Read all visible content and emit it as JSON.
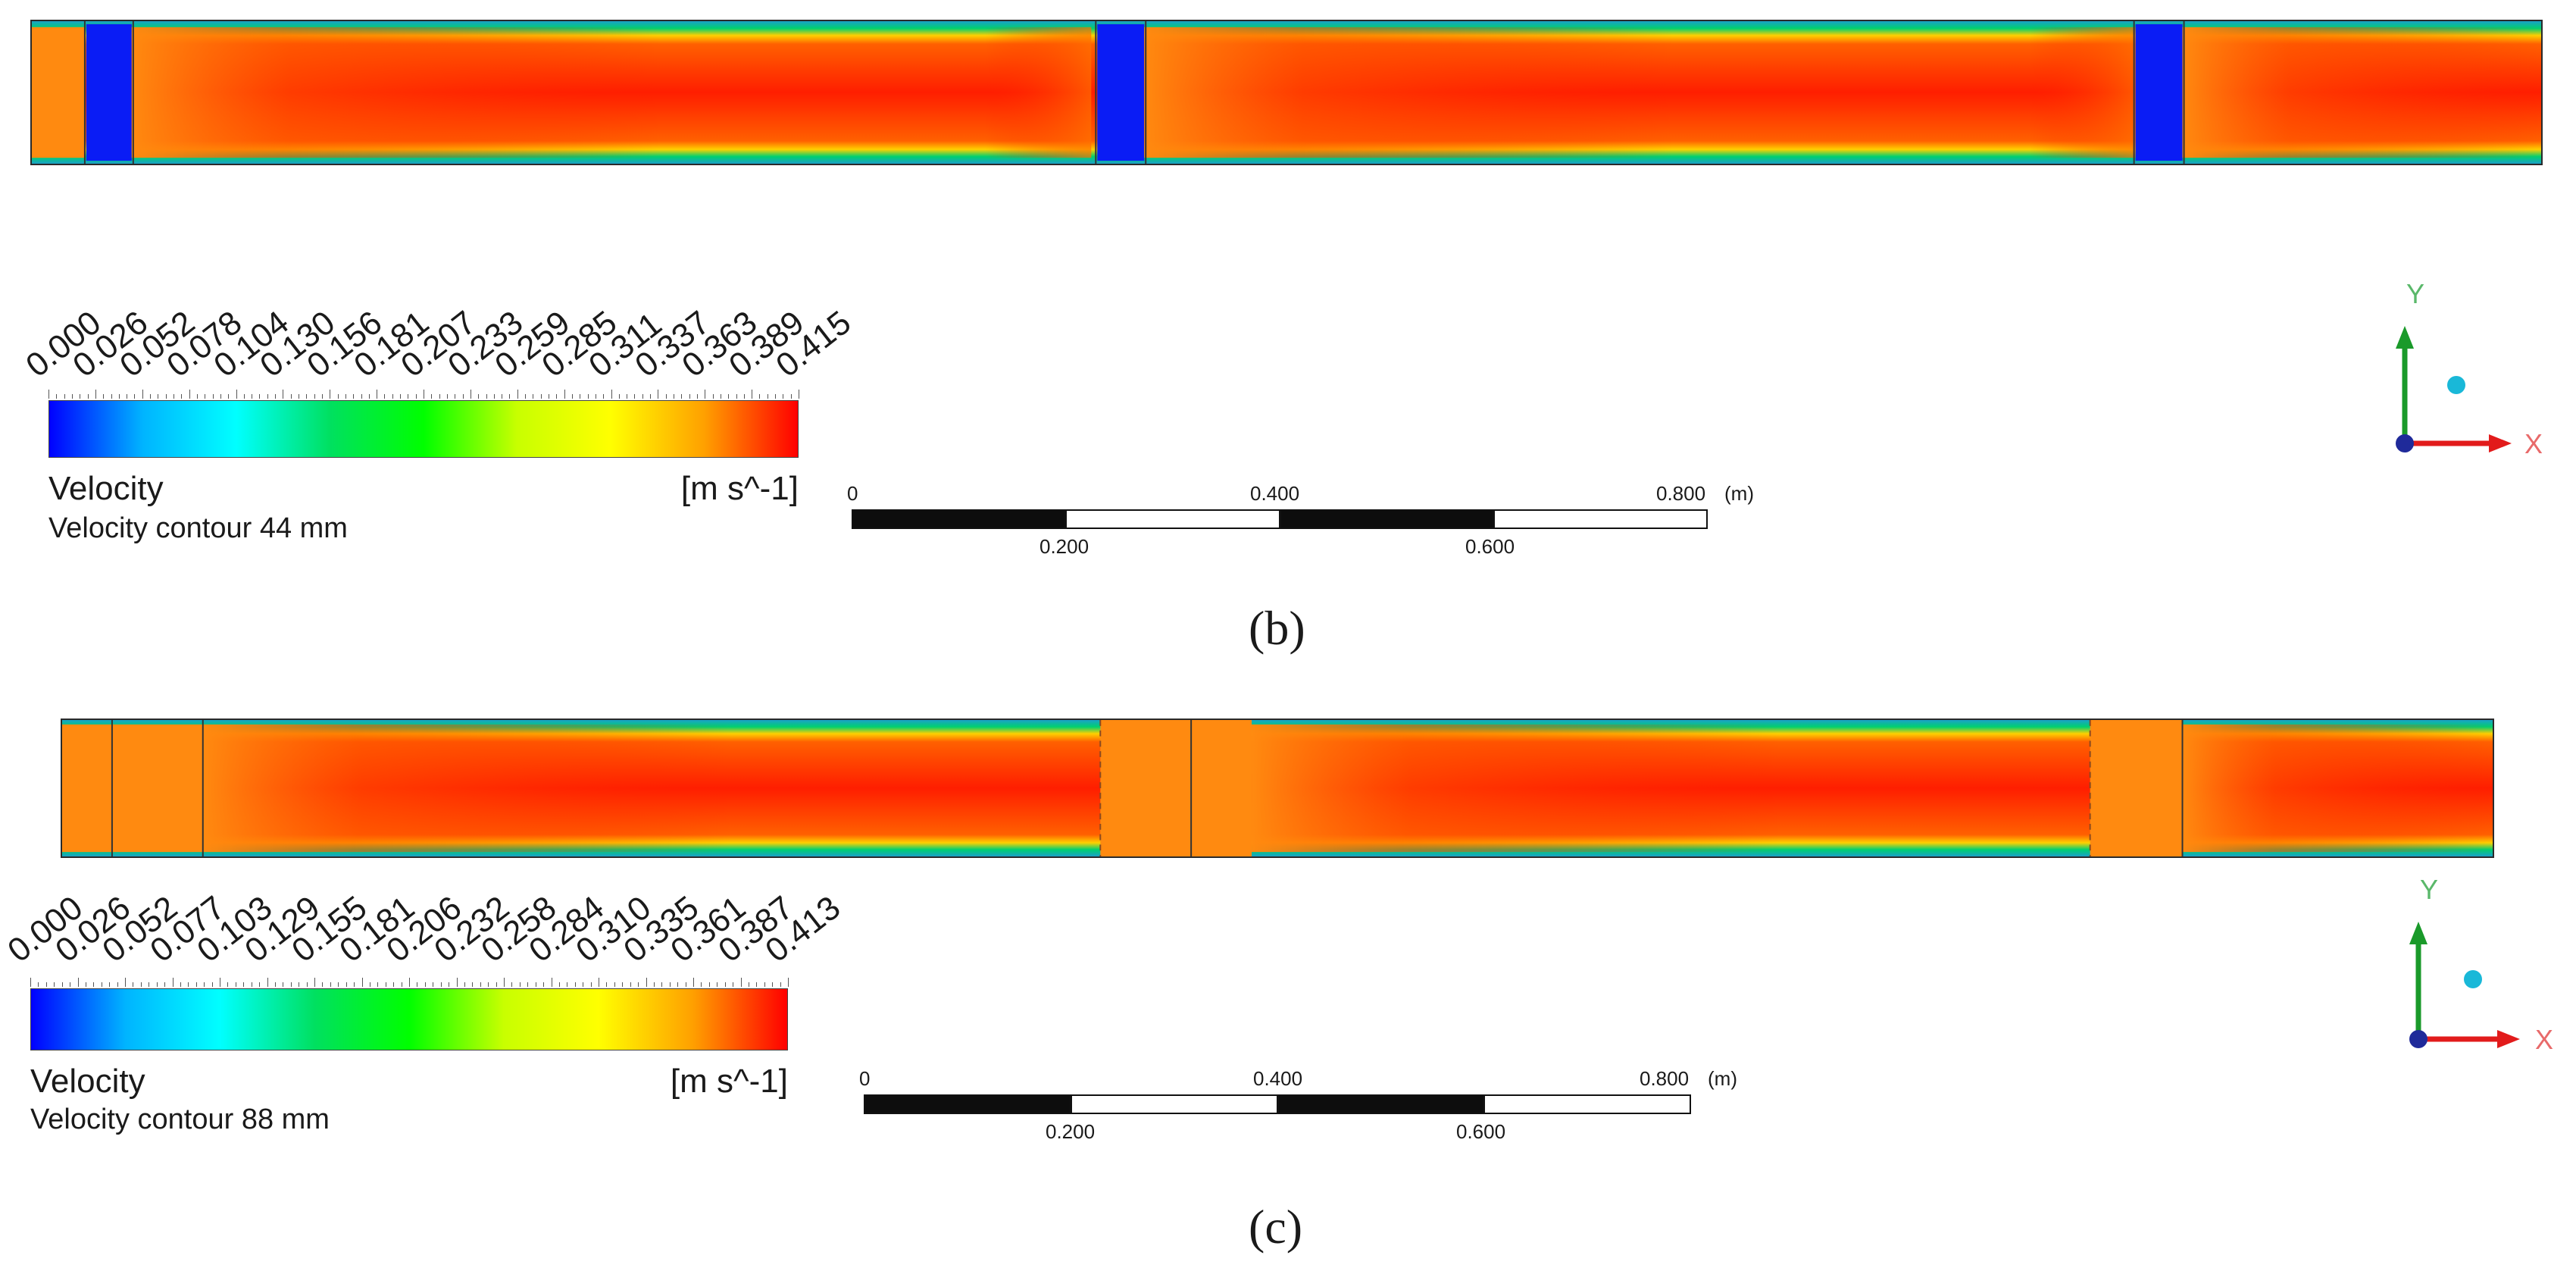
{
  "panels": [
    {
      "tag": "(b)",
      "legend": {
        "variable": "Velocity",
        "unit": "[m s^-1]",
        "description": "Velocity contour 44 mm",
        "ticks": [
          "0.000",
          "0.026",
          "0.052",
          "0.078",
          "0.104",
          "0.130",
          "0.156",
          "0.181",
          "0.207",
          "0.233",
          "0.259",
          "0.285",
          "0.311",
          "0.337",
          "0.363",
          "0.389",
          "0.415"
        ],
        "min": 0.0,
        "max": 0.415
      },
      "scale_bar": {
        "top_labels": [
          "0",
          "0.400",
          "0.800"
        ],
        "bottom_labels": [
          "0.200",
          "0.600"
        ],
        "unit": "(m)"
      },
      "axes": {
        "x": "X",
        "y": "Y"
      }
    },
    {
      "tag": "(c)",
      "legend": {
        "variable": "Velocity",
        "unit": "[m s^-1]",
        "description": "Velocity contour 88 mm",
        "ticks": [
          "0.000",
          "0.026",
          "0.052",
          "0.077",
          "0.103",
          "0.129",
          "0.155",
          "0.181",
          "0.206",
          "0.232",
          "0.258",
          "0.284",
          "0.310",
          "0.335",
          "0.361",
          "0.387",
          "0.413"
        ],
        "min": 0.0,
        "max": 0.413
      },
      "scale_bar": {
        "top_labels": [
          "0",
          "0.400",
          "0.800"
        ],
        "bottom_labels": [
          "0.200",
          "0.600"
        ],
        "unit": "(m)"
      },
      "axes": {
        "x": "X",
        "y": "Y"
      }
    }
  ],
  "colors": {
    "colormap": [
      "#0000ff",
      "#00b4ff",
      "#00ffff",
      "#00e060",
      "#00ff00",
      "#c8ff00",
      "#ffff00",
      "#ffa000",
      "#ff0000"
    ],
    "core_flow": "#ff1e00",
    "developing_flow": "#ff8a10",
    "stagnant_block": "#0a1cf5",
    "wall_layer": "#1aa0c8",
    "axis_x": "#e21b1b",
    "axis_y": "#1a9a2a",
    "axis_origin": "#1f2a9a",
    "axis_dot": "#19b8d8"
  }
}
